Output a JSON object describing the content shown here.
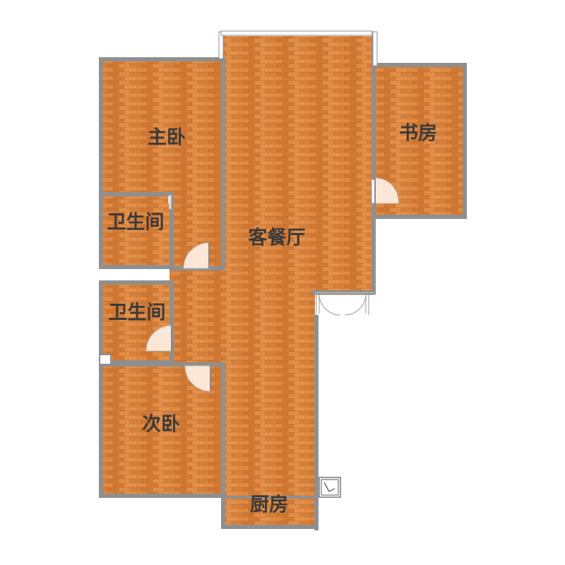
{
  "floor_plan": {
    "colors": {
      "floor_base": "#d9803b",
      "floor_light": "#e89450",
      "floor_dark": "#c46e2c",
      "plank_line": "#b9682a",
      "wall": "#8f8f8f",
      "door_leaf": "#fce7d6",
      "label": "#3a3a3a"
    },
    "rooms": [
      {
        "id": "master-bedroom",
        "label": "主卧"
      },
      {
        "id": "master-bathroom",
        "label": "卫生间"
      },
      {
        "id": "living-dining-room",
        "label": "客餐厅"
      },
      {
        "id": "study",
        "label": "书房"
      },
      {
        "id": "second-bathroom",
        "label": "卫生间"
      },
      {
        "id": "second-bedroom",
        "label": "次卧"
      },
      {
        "id": "kitchen",
        "label": "厨房"
      }
    ],
    "icons": [
      "door-swing-icon",
      "double-door-icon",
      "window-icon",
      "appliance-icon"
    ]
  }
}
